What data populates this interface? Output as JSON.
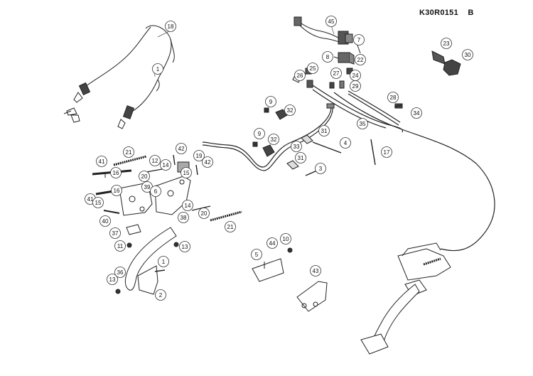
{
  "drawing": {
    "code": "K30R0151",
    "revision": "B"
  },
  "callouts": [
    {
      "id": "c45",
      "label": "45"
    },
    {
      "id": "c7",
      "label": "7"
    },
    {
      "id": "c8",
      "label": "8"
    },
    {
      "id": "c22",
      "label": "22"
    },
    {
      "id": "c23",
      "label": "23"
    },
    {
      "id": "c30",
      "label": "30"
    },
    {
      "id": "c25",
      "label": "25"
    },
    {
      "id": "c26",
      "label": "26"
    },
    {
      "id": "c27",
      "label": "27"
    },
    {
      "id": "c24",
      "label": "24"
    },
    {
      "id": "c29",
      "label": "29"
    },
    {
      "id": "c28",
      "label": "28"
    },
    {
      "id": "c34",
      "label": "34"
    },
    {
      "id": "c35",
      "label": "35"
    },
    {
      "id": "c18",
      "label": "18"
    },
    {
      "id": "c1",
      "label": "1"
    },
    {
      "id": "c9a",
      "label": "9"
    },
    {
      "id": "c32a",
      "label": "32"
    },
    {
      "id": "c31a",
      "label": "31"
    },
    {
      "id": "c9b",
      "label": "9"
    },
    {
      "id": "c32b",
      "label": "32"
    },
    {
      "id": "c33",
      "label": "33"
    },
    {
      "id": "c4",
      "label": "4"
    },
    {
      "id": "c31b",
      "label": "31"
    },
    {
      "id": "c3",
      "label": "3"
    },
    {
      "id": "c17",
      "label": "17"
    },
    {
      "id": "c21a",
      "label": "21"
    },
    {
      "id": "c42a",
      "label": "42"
    },
    {
      "id": "c19",
      "label": "19"
    },
    {
      "id": "c42b",
      "label": "42"
    },
    {
      "id": "c12",
      "label": "12"
    },
    {
      "id": "c14a",
      "label": "14"
    },
    {
      "id": "c15a",
      "label": "15"
    },
    {
      "id": "c41a",
      "label": "41"
    },
    {
      "id": "c16a",
      "label": "16"
    },
    {
      "id": "c20a",
      "label": "20"
    },
    {
      "id": "c39",
      "label": "39"
    },
    {
      "id": "c16b",
      "label": "16"
    },
    {
      "id": "c6",
      "label": "6"
    },
    {
      "id": "c41b",
      "label": "41"
    },
    {
      "id": "c15b",
      "label": "15"
    },
    {
      "id": "c14b",
      "label": "14"
    },
    {
      "id": "c20b",
      "label": "20"
    },
    {
      "id": "c40",
      "label": "40"
    },
    {
      "id": "c38",
      "label": "38"
    },
    {
      "id": "c21b",
      "label": "21"
    },
    {
      "id": "c37",
      "label": "37"
    },
    {
      "id": "c11",
      "label": "11"
    },
    {
      "id": "c13a",
      "label": "13"
    },
    {
      "id": "c36",
      "label": "36"
    },
    {
      "id": "c1b",
      "label": "1"
    },
    {
      "id": "c13b",
      "label": "13"
    },
    {
      "id": "c2",
      "label": "2"
    },
    {
      "id": "c10",
      "label": "10"
    },
    {
      "id": "c44",
      "label": "44"
    },
    {
      "id": "c5",
      "label": "5"
    },
    {
      "id": "c43",
      "label": "43"
    }
  ]
}
